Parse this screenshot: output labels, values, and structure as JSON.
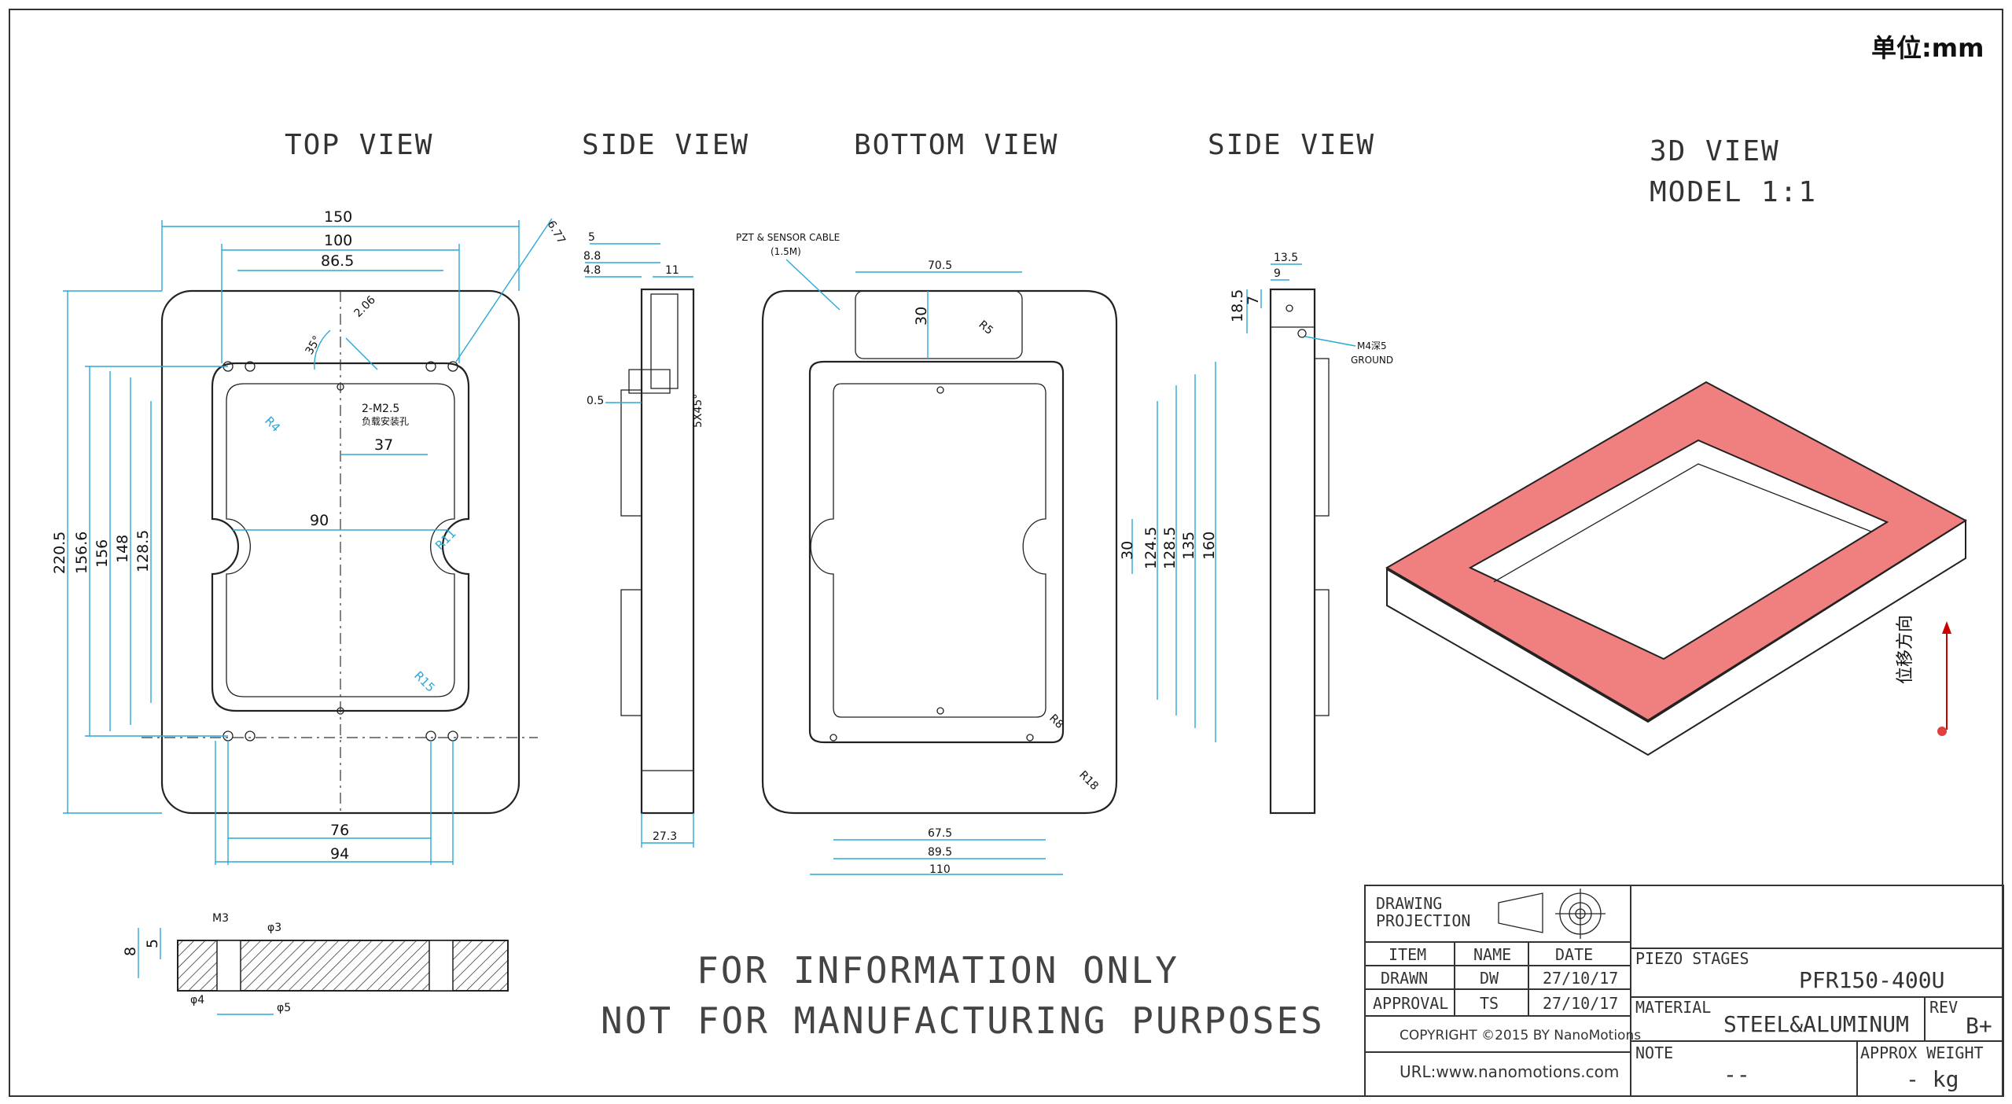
{
  "unit_label": "单位:mm",
  "views": {
    "top": "TOP VIEW",
    "side1": "SIDE VIEW",
    "bottom": "BOTTOM VIEW",
    "side2": "SIDE VIEW",
    "three_d": "3D VIEW",
    "model": "MODEL 1:1"
  },
  "notice": {
    "line1": "FOR INFORMATION ONLY",
    "line2": "NOT FOR MANUFACTURING PURPOSES"
  },
  "top_view": {
    "w150": "150",
    "w100": "100",
    "w865": "86.5",
    "d677": "6.77",
    "h2205": "220.5",
    "h1566": "156.6",
    "h156": "156",
    "h148": "148",
    "h1285": "128.5",
    "a35": "35°",
    "d206": "2.06",
    "m25": "2-M2.5",
    "m25_note": "负载安装孔",
    "d37": "37",
    "r4": "R4",
    "d90": "90",
    "r11": "R11",
    "r15": "R15",
    "w76": "76",
    "w94": "94"
  },
  "side_view_1": {
    "d5": "5",
    "d88": "8.8",
    "d48": "4.8",
    "d11": "11",
    "d05": "0.5",
    "d5x45": "5X45°",
    "d273": "27.3"
  },
  "bottom_view": {
    "cable1": "PZT & SENSOR CABLE",
    "cable2": "(1.5M)",
    "w705": "70.5",
    "h30": "30",
    "r5": "R5",
    "v30": "30",
    "v1245": "124.5",
    "v1285": "128.5",
    "v135": "135",
    "v160": "160",
    "r8": "R8",
    "r18": "R18",
    "w675": "67.5",
    "w895": "89.5",
    "w110": "110"
  },
  "side_view_2": {
    "d135": "13.5",
    "d9": "9",
    "d185": "18.5",
    "d7": "7",
    "m4": "M4深5",
    "ground": "GROUND"
  },
  "section": {
    "d8": "8",
    "d5": "5",
    "m3": "M3",
    "phi3": "φ3",
    "phi4": "φ4",
    "phi5": "φ5"
  },
  "three_d": {
    "direction": "位移方向",
    "top_color": "#f07f7f"
  },
  "title_block": {
    "drawing": "DRAWING",
    "projection": "PROJECTION",
    "item": "ITEM",
    "name": "NAME",
    "date": "DATE",
    "drawn": "DRAWN",
    "drawn_by": "DW",
    "drawn_date": "27/10/17",
    "approval": "APPROVAL",
    "approved_by": "TS",
    "approval_date": "27/10/17",
    "copyright": "COPYRIGHT ©2015 BY NanoMotions",
    "url": "URL:www.nanomotions.com",
    "piezo_label": "PIEZO STAGES",
    "piezo_value": "PFR150-400U",
    "material_label": "MATERIAL",
    "material_value": "STEEL&ALUMINUM",
    "rev_label": "REV",
    "rev_value": "B+",
    "note_label": "NOTE",
    "note_value": "--",
    "weight_label": "APPROX WEIGHT",
    "weight_value": "- kg"
  }
}
